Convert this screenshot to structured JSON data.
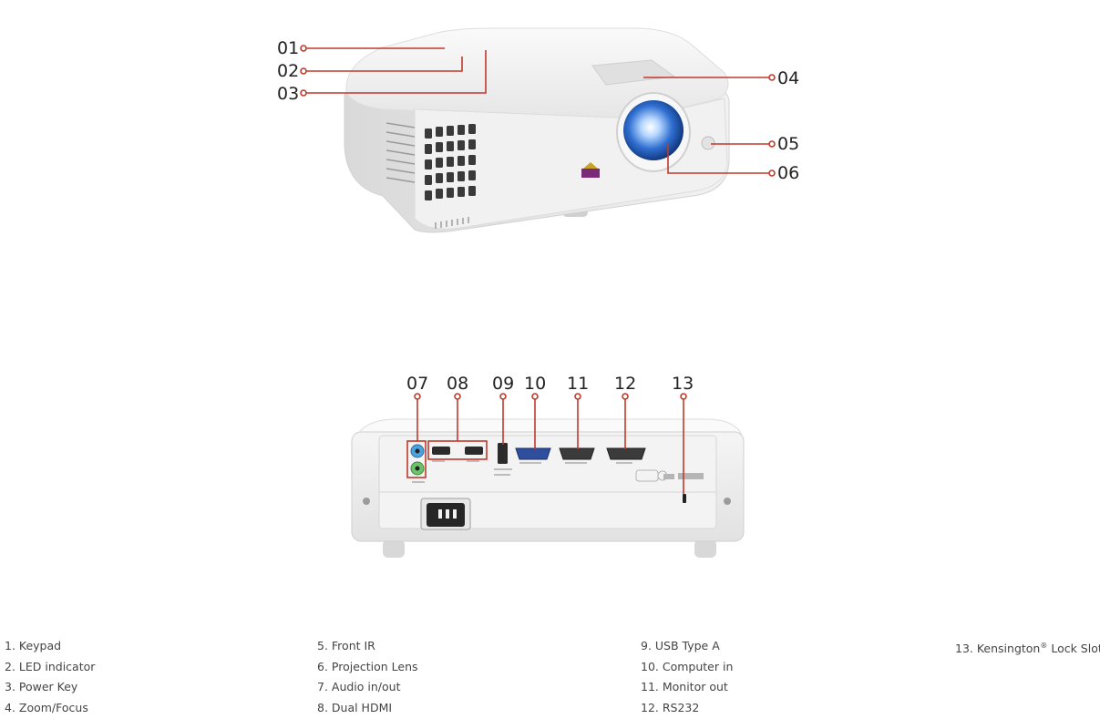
{
  "colors": {
    "leader": "#c0392b",
    "body": "#eeeeee",
    "text": "#333333"
  },
  "callouts_top": [
    "01",
    "02",
    "03",
    "04",
    "05",
    "06"
  ],
  "callouts_bottom": [
    "07",
    "08",
    "09",
    "10",
    "11",
    "12",
    "13"
  ],
  "specs": {
    "col1": [
      "1. Keypad",
      "2. LED indicator",
      "3. Power Key",
      "4. Zoom/Focus"
    ],
    "col2": [
      "5. Front IR",
      "6. Projection Lens",
      "7. Audio in/out",
      "8. Dual HDMI"
    ],
    "col3": [
      "9. USB Type A",
      "10. Computer in",
      "11. Monitor out",
      "12. RS232"
    ],
    "col4_text": "13. Kensington",
    "col4_sup": "®",
    "col4_tail": " Lock Slot"
  }
}
